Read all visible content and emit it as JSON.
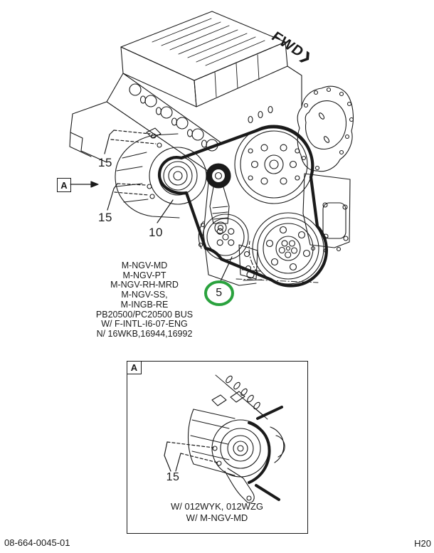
{
  "colors": {
    "line": "#1a1a1a",
    "highlight_green": "#2aa23e"
  },
  "fwd": {
    "label": "FWD",
    "arrow": "❯"
  },
  "main_view": {
    "detail_ref_label": "A",
    "callouts": [
      {
        "id": "15-upper",
        "label": "15"
      },
      {
        "id": "15-lower",
        "label": "15"
      },
      {
        "id": "10",
        "label": "10"
      },
      {
        "id": "5",
        "label": "5",
        "highlighted": true
      }
    ],
    "applicability": [
      "M-NGV-MD",
      "M-NGV-PT",
      "M-NGV-RH-MRD",
      "M-NGV-SS,",
      "M-INGB-RE",
      "PB20500/PC20500 BUS",
      "W/ F-INTL-I6-07-ENG",
      "N/ 16WKB,16944,16992"
    ]
  },
  "inset": {
    "ref_label": "A",
    "callout_label": "15",
    "caption": [
      "W/ 012WYK, 012WZG",
      "W/ M-NGV-MD"
    ]
  },
  "footer": {
    "left": "08-664-0045-01",
    "right": "H20"
  }
}
